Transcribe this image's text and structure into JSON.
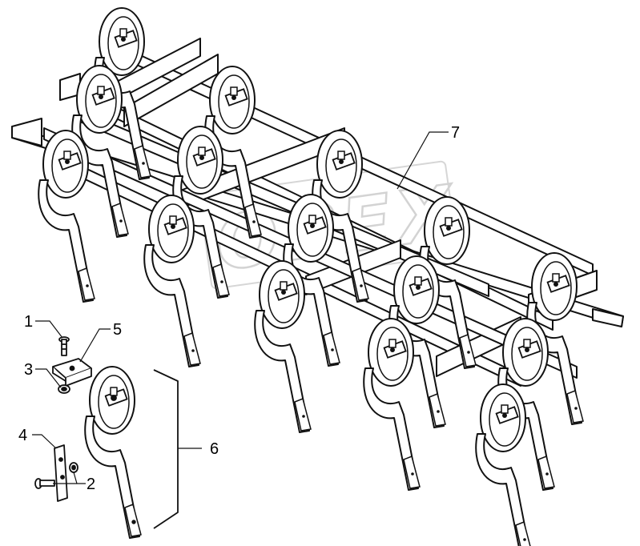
{
  "diagram": {
    "type": "exploded-parts-drawing",
    "watermark": "OPEX",
    "colors": {
      "line": "#111111",
      "fill": "#ffffff",
      "watermark": "#cfcfcf"
    },
    "callouts": [
      {
        "id": "c1",
        "label": "1"
      },
      {
        "id": "c2",
        "label": "2"
      },
      {
        "id": "c3",
        "label": "3"
      },
      {
        "id": "c4",
        "label": "4"
      },
      {
        "id": "c5",
        "label": "5"
      },
      {
        "id": "c6",
        "label": "6"
      },
      {
        "id": "c7",
        "label": "7"
      }
    ]
  }
}
